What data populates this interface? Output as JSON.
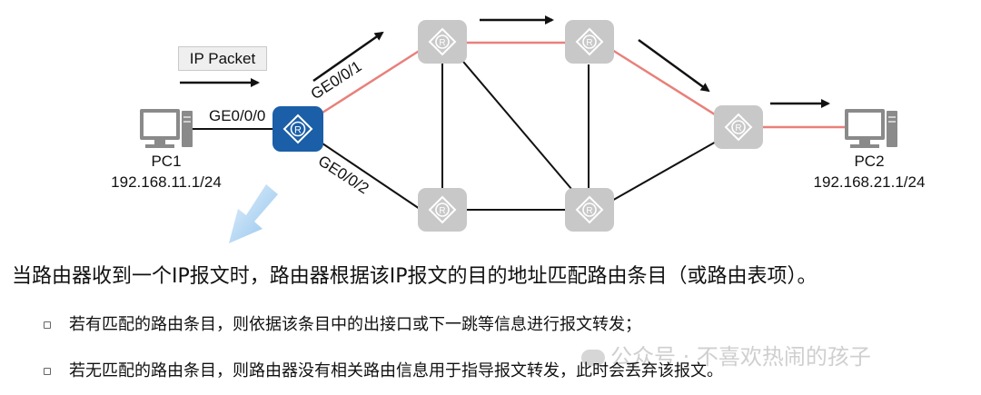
{
  "diagram": {
    "packet_label": "IP Packet",
    "interfaces": {
      "ge000": "GE0/0/0",
      "ge001": "GE0/0/1",
      "ge002": "GE0/0/2"
    },
    "pc1": {
      "name": "PC1",
      "ip": "192.168.11.1/24"
    },
    "pc2": {
      "name": "PC2",
      "ip": "192.168.21.1/24"
    },
    "colors": {
      "active_router": "#1b5fa8",
      "inactive_router": "#c8c8c8",
      "path": "#e8807a",
      "link": "#111111"
    }
  },
  "text": {
    "main": "当路由器收到一个IP报文时，路由器根据该IP报文的目的地址匹配路由条目（或路由表项）。",
    "bullet1": "若有匹配的路由条目，则依据该条目中的出接口或下一跳等信息进行报文转发；",
    "bullet2": "若无匹配的路由条目，则路由器没有相关路由信息用于指导报文转发，此时会丢弃该报文。"
  },
  "watermark": "公众号 · 不喜欢热闹的孩子"
}
